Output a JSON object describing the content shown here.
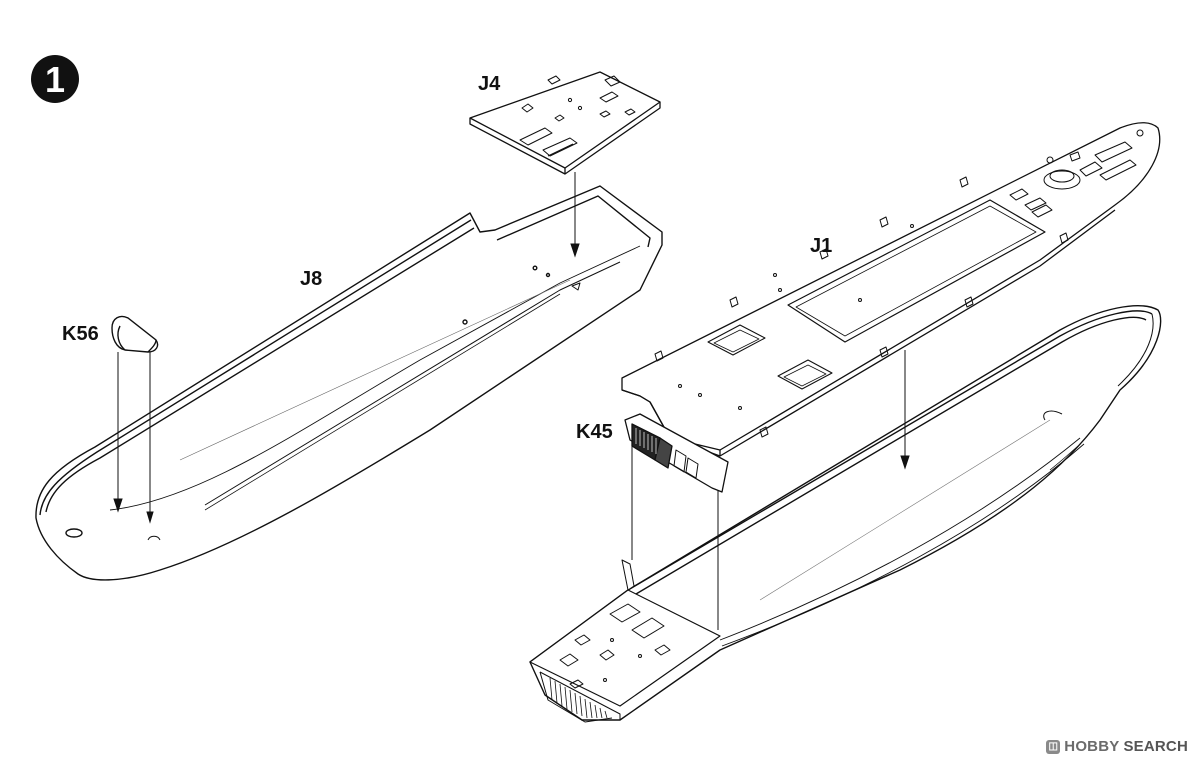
{
  "step": {
    "number": "1"
  },
  "parts": {
    "j8": "J8",
    "j4": "J4",
    "j1": "J1",
    "k56": "K56",
    "k45": "K45"
  },
  "watermark": {
    "brand": "HOBBY",
    "suffix": "SEARCH"
  }
}
